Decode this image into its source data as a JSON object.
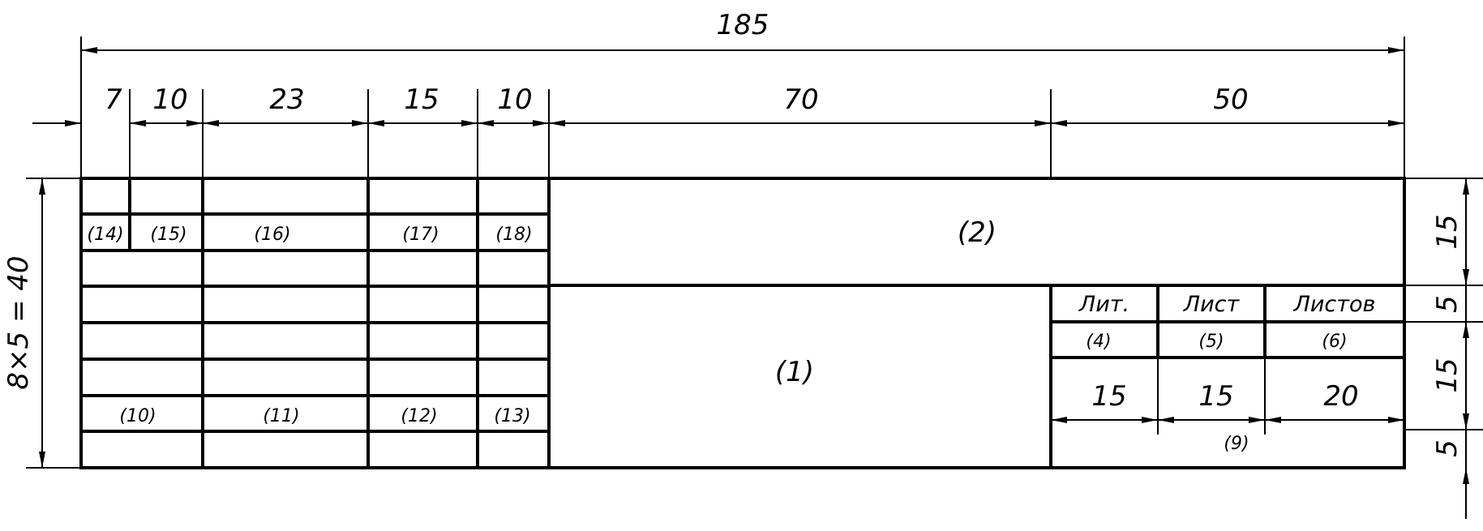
{
  "dimensions": {
    "overall_width": "185",
    "columns": [
      "7",
      "10",
      "23",
      "15",
      "10",
      "70",
      "50"
    ],
    "right_heights": [
      "15",
      "5",
      "15",
      "5"
    ],
    "overall_height": "8×5 = 40",
    "sheet_columns": [
      "15",
      "15",
      "20"
    ]
  },
  "labels": {
    "f1": "(1)",
    "f2": "(2)",
    "f4": "(4)",
    "f5": "(5)",
    "f6": "(6)",
    "f9": "(9)",
    "f10": "(10)",
    "f11": "(11)",
    "f12": "(12)",
    "f13": "(13)",
    "f14": "(14)",
    "f15": "(15)",
    "f16": "(16)",
    "f17": "(17)",
    "f18": "(18)"
  },
  "headers": {
    "lit": "Лит.",
    "list": "Лист",
    "listov": "Листов"
  }
}
